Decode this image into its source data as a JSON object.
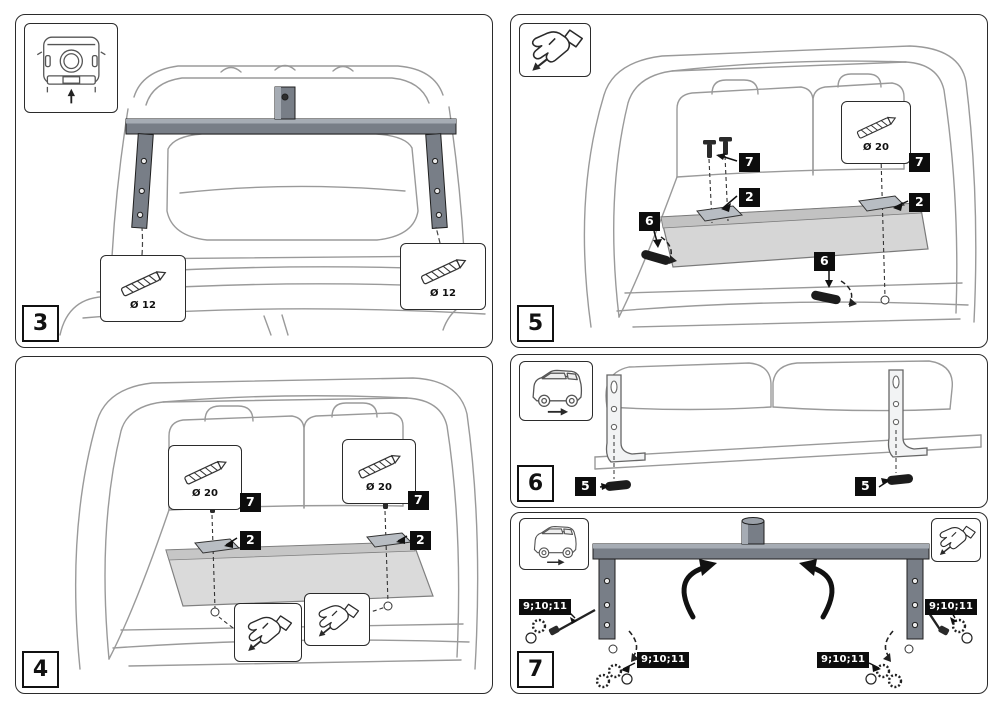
{
  "document": {
    "kind": "towbar-installation-instruction-sheet",
    "background": "#ffffff",
    "panel_border": "#2b2b2b",
    "line_color": "#9a9a9a",
    "metal_color": "#787e87",
    "label_bg": "#0d0d0d",
    "label_fg": "#ffffff"
  },
  "panels": {
    "step3": {
      "step_number": "3",
      "inset_icon": "car-rear-view-arrow-up",
      "callouts": [
        {
          "icon": "drill-bit",
          "text": "Ø 12"
        },
        {
          "icon": "drill-bit",
          "text": "Ø 12"
        }
      ]
    },
    "step4": {
      "step_number": "4",
      "callouts": [
        {
          "icon": "drill-bit",
          "text": "Ø 20"
        },
        {
          "icon": "drill-bit",
          "text": "Ø 20"
        }
      ],
      "part_labels": [
        {
          "text": "7"
        },
        {
          "text": "2"
        },
        {
          "text": "7"
        },
        {
          "text": "2"
        }
      ],
      "hand_callout_icons": [
        "hand-tighten",
        "hand-tighten"
      ]
    },
    "step5": {
      "step_number": "5",
      "inset_icon": "hand-fastener",
      "callouts": [
        {
          "icon": "drill-bit",
          "text": "Ø 20"
        }
      ],
      "part_labels": [
        {
          "text": "7"
        },
        {
          "text": "2"
        },
        {
          "text": "6"
        },
        {
          "text": "7"
        },
        {
          "text": "2"
        },
        {
          "text": "6"
        }
      ]
    },
    "step6": {
      "step_number": "6",
      "inset_icon": "car-three-quarter-view-arrow",
      "part_labels": [
        {
          "text": "5"
        },
        {
          "text": "5"
        }
      ]
    },
    "step7": {
      "step_number": "7",
      "inset_icons": [
        "car-three-quarter-view-arrow",
        "hand-fastener"
      ],
      "part_labels": [
        {
          "text": "9;10;11"
        },
        {
          "text": "9;10;11"
        },
        {
          "text": "9;10;11"
        },
        {
          "text": "9;10;11"
        }
      ]
    }
  }
}
